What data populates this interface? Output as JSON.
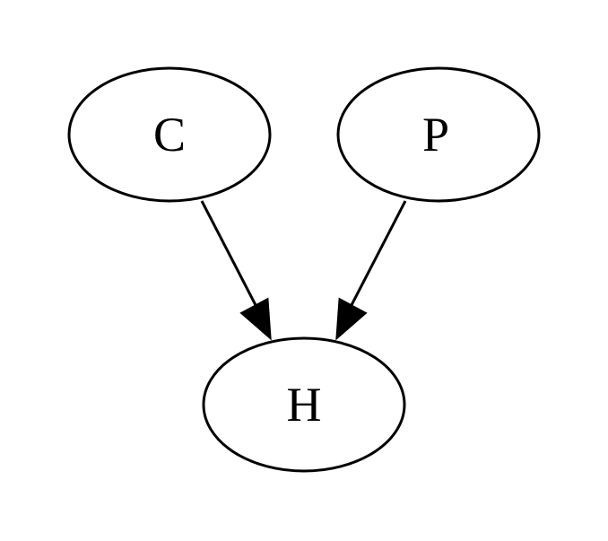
{
  "diagram": {
    "type": "directed-graph",
    "nodes": [
      {
        "id": "C",
        "label": "C",
        "shape": "ellipse"
      },
      {
        "id": "P",
        "label": "P",
        "shape": "ellipse"
      },
      {
        "id": "H",
        "label": "H",
        "shape": "ellipse"
      }
    ],
    "edges": [
      {
        "from": "C",
        "to": "H"
      },
      {
        "from": "P",
        "to": "H"
      }
    ],
    "colors": {
      "stroke": "#000000",
      "fill": "#ffffff",
      "background": "#ffffff"
    }
  }
}
